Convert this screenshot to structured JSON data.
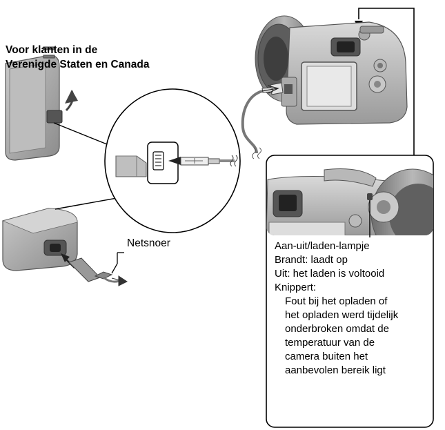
{
  "heading": {
    "line1": "Voor klanten in de",
    "line2": "Verenigde Staten en Canada"
  },
  "power_cord_label": "Netsnoer",
  "indicator": {
    "title": "Aan-uit/laden-lampje",
    "on": "Brandt: laadt op",
    "off": "Uit: het laden is voltooid",
    "blink": "Knippert:",
    "blink_detail": [
      "Fout bij het opladen of",
      "het opladen werd tijdelijk",
      "onderbroken omdat de",
      "temperatuur van de",
      "camera buiten het",
      "aanbevolen bereik ligt"
    ]
  }
}
